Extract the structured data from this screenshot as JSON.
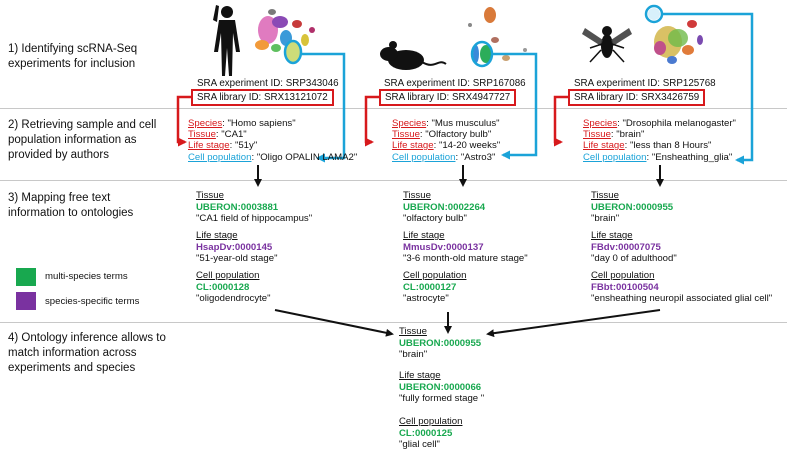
{
  "steps": [
    "1) Identifying scRNA-Seq experiments for inclusion",
    "2) Retrieving sample and cell population information as provided by authors",
    "3) Mapping free text information to ontologies",
    "4) Ontology inference allows to match information across experiments and species"
  ],
  "legend": {
    "multi": "multi-species terms",
    "specific": "species-specific terms",
    "multi_color": "#18a84f",
    "specific_color": "#7a32a0"
  },
  "labels": {
    "species": "Species",
    "tissue": "Tissue",
    "life_stage": "Life stage",
    "cell_population": "Cell population"
  },
  "columns": [
    {
      "experiment": "SRA experiment ID: SRP343046",
      "library": "SRA library ID: SRX13121072",
      "species": ": \"Homo sapiens\"",
      "tissue": ": \"CA1\"",
      "life_stage": ": \"51y\"",
      "cell_population": ": \"Oligo OPALIN LAMA2\"",
      "tissue_id": "UBERON:0003881",
      "tissue_name": "\"CA1 field of hippocampus\"",
      "stage_id": "HsapDv:0000145",
      "stage_name": "\"51-year-old stage\"",
      "cell_id": "CL:0000128",
      "cell_name": "\"oligodendrocyte\""
    },
    {
      "experiment": "SRA experiment ID: SRP167086",
      "library": "SRA library ID: SRX4947727",
      "species": ": \"Mus musculus\"",
      "tissue": ": \"Olfactory bulb\"",
      "life_stage": ": \"14-20 weeks\"",
      "cell_population": ": \"Astro3\"",
      "tissue_id": "UBERON:0002264",
      "tissue_name": "\"olfactory bulb\"",
      "stage_id": "MmusDv:0000137",
      "stage_name": "\"3-6 month-old mature stage\"",
      "cell_id": "CL:0000127",
      "cell_name": "\"astrocyte\""
    },
    {
      "experiment": "SRA experiment ID: SRP125768",
      "library": "SRA library ID: SRX3426759",
      "species": ": \"Drosophila melanogaster\"",
      "tissue": ": \"brain\"",
      "life_stage": ": \"less than 8 Hours\"",
      "cell_population": ": \"Ensheathing_glia\"",
      "tissue_id": "UBERON:0000955",
      "tissue_name": "\"brain\"",
      "stage_id": "FBdv:00007075",
      "stage_name": "\"day 0 of adulthood\"",
      "cell_id": "FBbt:00100504",
      "cell_name": "\"ensheathing neuropil associated glial cell\""
    }
  ],
  "result": {
    "tissue_id": "UBERON:0000955",
    "tissue_name": "\"brain\"",
    "stage_id": "UBERON:0000066",
    "stage_name": "\"fully formed stage \"",
    "cell_id": "CL:0000125",
    "cell_name": "\"glial cell\""
  }
}
